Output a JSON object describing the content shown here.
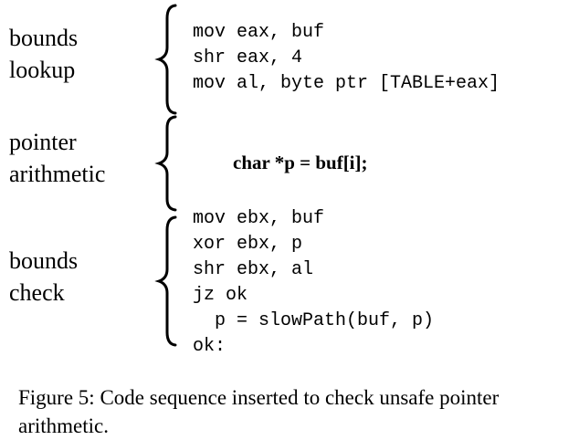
{
  "sections": [
    {
      "label_lines": [
        "bounds",
        "lookup"
      ],
      "code_lines": [
        "mov eax, buf",
        "shr eax, 4",
        "mov al, byte ptr [TABLE+eax]"
      ]
    },
    {
      "label_lines": [
        "pointer",
        "arithmetic"
      ],
      "statement": "char *p = buf[i];"
    },
    {
      "label_lines": [
        "bounds",
        "check"
      ],
      "code_lines": [
        "mov ebx, buf",
        "xor ebx, p",
        "shr ebx, al",
        "jz ok",
        "  p = slowPath(buf, p)",
        "ok:"
      ]
    }
  ],
  "caption": "Figure 5: Code sequence inserted to check unsafe pointer arithmetic."
}
